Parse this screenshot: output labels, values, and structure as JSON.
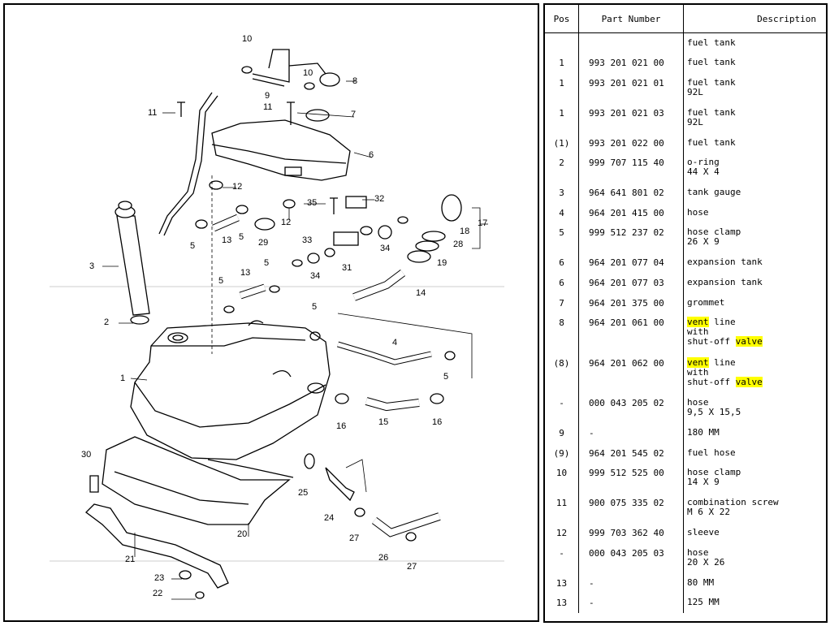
{
  "table": {
    "headers": {
      "pos": "Pos",
      "part_number": "Part Number",
      "description": "Description"
    },
    "rows": [
      {
        "pos": "",
        "part": "",
        "desc": [
          [
            {
              "t": "fuel tank"
            }
          ]
        ]
      },
      {
        "pos": "1",
        "part": "993 201 021 00",
        "desc": [
          [
            {
              "t": "fuel tank"
            }
          ]
        ]
      },
      {
        "pos": "1",
        "part": "993 201 021 01",
        "desc": [
          [
            {
              "t": "fuel tank"
            }
          ],
          [
            {
              "t": "92L"
            }
          ]
        ]
      },
      {
        "pos": "1",
        "part": "993 201 021 03",
        "desc": [
          [
            {
              "t": "fuel tank"
            }
          ],
          [
            {
              "t": "92L"
            }
          ]
        ]
      },
      {
        "pos": "(1)",
        "part": "993 201 022 00",
        "desc": [
          [
            {
              "t": "fuel tank"
            }
          ]
        ]
      },
      {
        "pos": "2",
        "part": "999 707 115 40",
        "desc": [
          [
            {
              "t": "o-ring"
            }
          ],
          [
            {
              "t": "44 X 4"
            }
          ]
        ]
      },
      {
        "pos": "3",
        "part": "964 641 801 02",
        "desc": [
          [
            {
              "t": "tank gauge"
            }
          ]
        ]
      },
      {
        "pos": "4",
        "part": "964 201 415 00",
        "desc": [
          [
            {
              "t": "hose"
            }
          ]
        ]
      },
      {
        "pos": "5",
        "part": "999 512 237 02",
        "desc": [
          [
            {
              "t": "hose clamp"
            }
          ],
          [
            {
              "t": "26 X 9"
            }
          ]
        ]
      },
      {
        "pos": "6",
        "part": "964 201 077 04",
        "desc": [
          [
            {
              "t": "expansion tank"
            }
          ]
        ]
      },
      {
        "pos": "6",
        "part": "964 201 077 03",
        "desc": [
          [
            {
              "t": "expansion tank"
            }
          ]
        ]
      },
      {
        "pos": "7",
        "part": "964 201 375 00",
        "desc": [
          [
            {
              "t": "grommet"
            }
          ]
        ]
      },
      {
        "pos": "8",
        "part": "964 201 061 00",
        "desc": [
          [
            {
              "t": "vent",
              "hl": true
            },
            {
              "t": " line"
            }
          ],
          [
            {
              "t": "with"
            }
          ],
          [
            {
              "t": "shut-off "
            },
            {
              "t": "valve",
              "hl": true
            }
          ]
        ]
      },
      {
        "pos": "(8)",
        "part": "964 201 062 00",
        "desc": [
          [
            {
              "t": "vent",
              "hl": true
            },
            {
              "t": " line"
            }
          ],
          [
            {
              "t": "with"
            }
          ],
          [
            {
              "t": "shut-off "
            },
            {
              "t": "valve",
              "hl": true
            }
          ]
        ]
      },
      {
        "pos": "-",
        "part": "000 043 205 02",
        "desc": [
          [
            {
              "t": "hose"
            }
          ],
          [
            {
              "t": "9,5 X 15,5"
            }
          ]
        ]
      },
      {
        "pos": "9",
        "part": "-",
        "desc": [
          [
            {
              "t": "180 MM"
            }
          ]
        ]
      },
      {
        "pos": "(9)",
        "part": "964 201 545 02",
        "desc": [
          [
            {
              "t": "fuel hose"
            }
          ]
        ]
      },
      {
        "pos": "10",
        "part": "999 512 525 00",
        "desc": [
          [
            {
              "t": "hose clamp"
            }
          ],
          [
            {
              "t": "14 X 9"
            }
          ]
        ]
      },
      {
        "pos": "11",
        "part": "900 075 335 02",
        "desc": [
          [
            {
              "t": "combination screw"
            }
          ],
          [
            {
              "t": "M 6 X 22"
            }
          ]
        ]
      },
      {
        "pos": "12",
        "part": "999 703 362 40",
        "desc": [
          [
            {
              "t": "sleeve"
            }
          ]
        ]
      },
      {
        "pos": "-",
        "part": "000 043 205 03",
        "desc": [
          [
            {
              "t": "hose"
            }
          ],
          [
            {
              "t": "20 X 26"
            }
          ]
        ]
      },
      {
        "pos": "13",
        "part": "-",
        "desc": [
          [
            {
              "t": "80 MM"
            }
          ]
        ]
      },
      {
        "pos": "13",
        "part": "-",
        "desc": [
          [
            {
              "t": "125 MM"
            }
          ]
        ]
      }
    ]
  },
  "diagram": {
    "callouts": [
      "10",
      "9",
      "10",
      "8",
      "11",
      "11",
      "7",
      "6",
      "12",
      "12",
      "35",
      "32",
      "3",
      "5",
      "13",
      "29",
      "5",
      "33",
      "18",
      "17",
      "28",
      "34",
      "19",
      "31",
      "13",
      "5",
      "5",
      "34",
      "14",
      "2",
      "5",
      "1",
      "4",
      "5",
      "16",
      "15",
      "16",
      "30",
      "25",
      "24",
      "20",
      "27",
      "21",
      "26",
      "27",
      "23",
      "22"
    ]
  }
}
